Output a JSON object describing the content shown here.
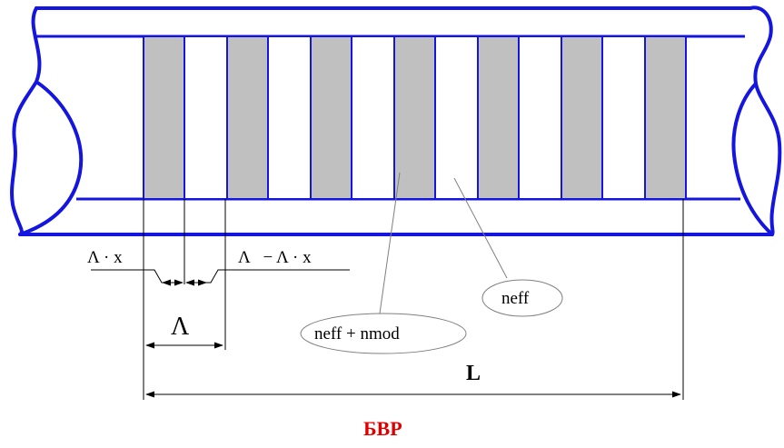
{
  "labels": {
    "lambda_x": "Λ · x",
    "lambda_minus": "Λ   − Λ · x",
    "period": "Λ",
    "length": "L",
    "neff_nmod": "neff + nmod",
    "neff": "neff",
    "caption": "БВР"
  },
  "colors": {
    "fiber_outline": "#1515e0",
    "grating_fill": "#c0c0c0",
    "grating_stroke": "#1515e0",
    "line": "#000000",
    "leader": "#808080",
    "caption": "#e00000"
  },
  "grating": {
    "stripe_count": 7
  }
}
